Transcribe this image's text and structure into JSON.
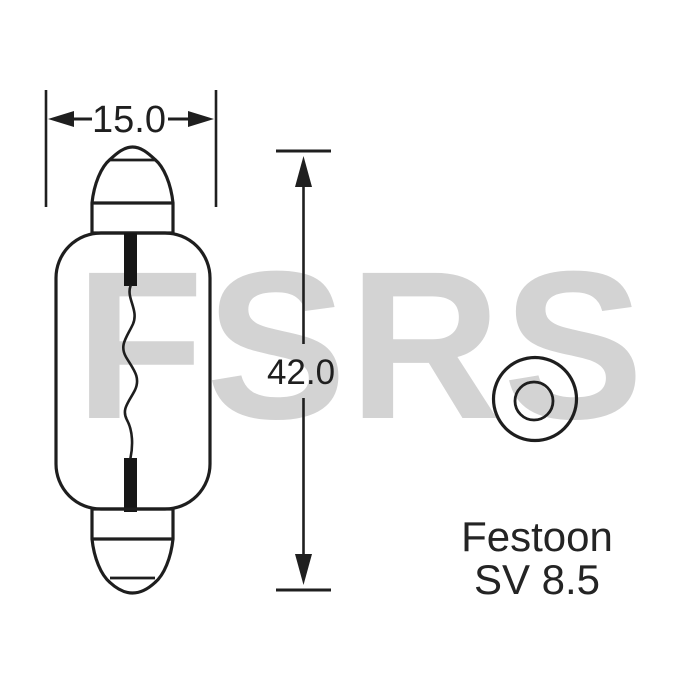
{
  "watermark": {
    "text": "FSRS",
    "color": "#d3d3d3"
  },
  "dimensions": {
    "width_label": "15.0",
    "length_label": "42.0"
  },
  "caption": {
    "line1": "Festoon",
    "line2": "SV 8.5"
  },
  "colors": {
    "background": "#ffffff",
    "line": "#1e1e1e",
    "contact_fill": "#161616",
    "dimension_text": "#1f1f1f",
    "caption_text": "#242424"
  }
}
